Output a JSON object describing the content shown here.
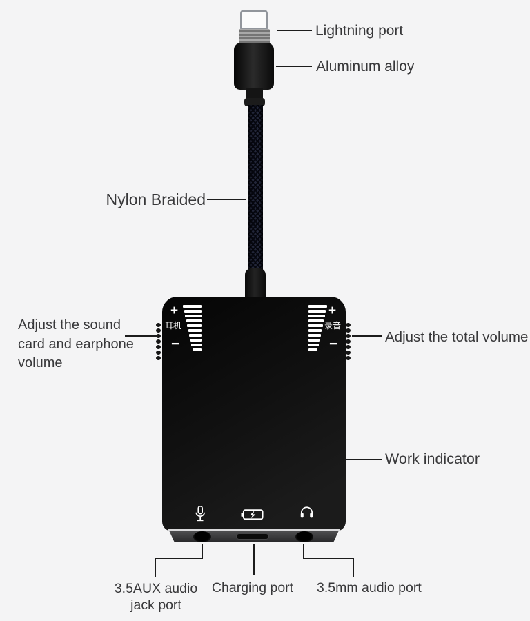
{
  "labels": {
    "lightning_port": "Lightning port",
    "aluminum_alloy": "Aluminum alloy",
    "nylon_braided": "Nylon Braided",
    "sound_card_volume": "Adjust the sound card and earphone volume",
    "total_volume": "Adjust the total volume",
    "work_indicator": "Work indicator",
    "aux_jack_port": "3.5AUX audio jack port",
    "charging_port": "Charging port",
    "audio_port": "3.5mm audio port"
  },
  "device": {
    "left_wheel": {
      "plus": "+",
      "minus": "−",
      "label_cn": "耳机"
    },
    "right_wheel": {
      "plus": "+",
      "minus": "−",
      "label_cn": "录音"
    },
    "wheel_bar_widths": [
      27,
      25,
      24,
      22,
      21,
      19,
      18,
      16,
      15,
      13
    ],
    "serration_dots": 7,
    "icons": [
      "microphone-icon",
      "battery-charging-icon",
      "headphones-icon"
    ]
  },
  "colors": {
    "background": "#f4f4f5",
    "body_black": "#101010",
    "braid_navy": "#222639",
    "band_gray": "#39393b",
    "text_ink": "#38383a",
    "leader_line": "#1c1c1c",
    "wheel_marks": "#ffffff"
  }
}
